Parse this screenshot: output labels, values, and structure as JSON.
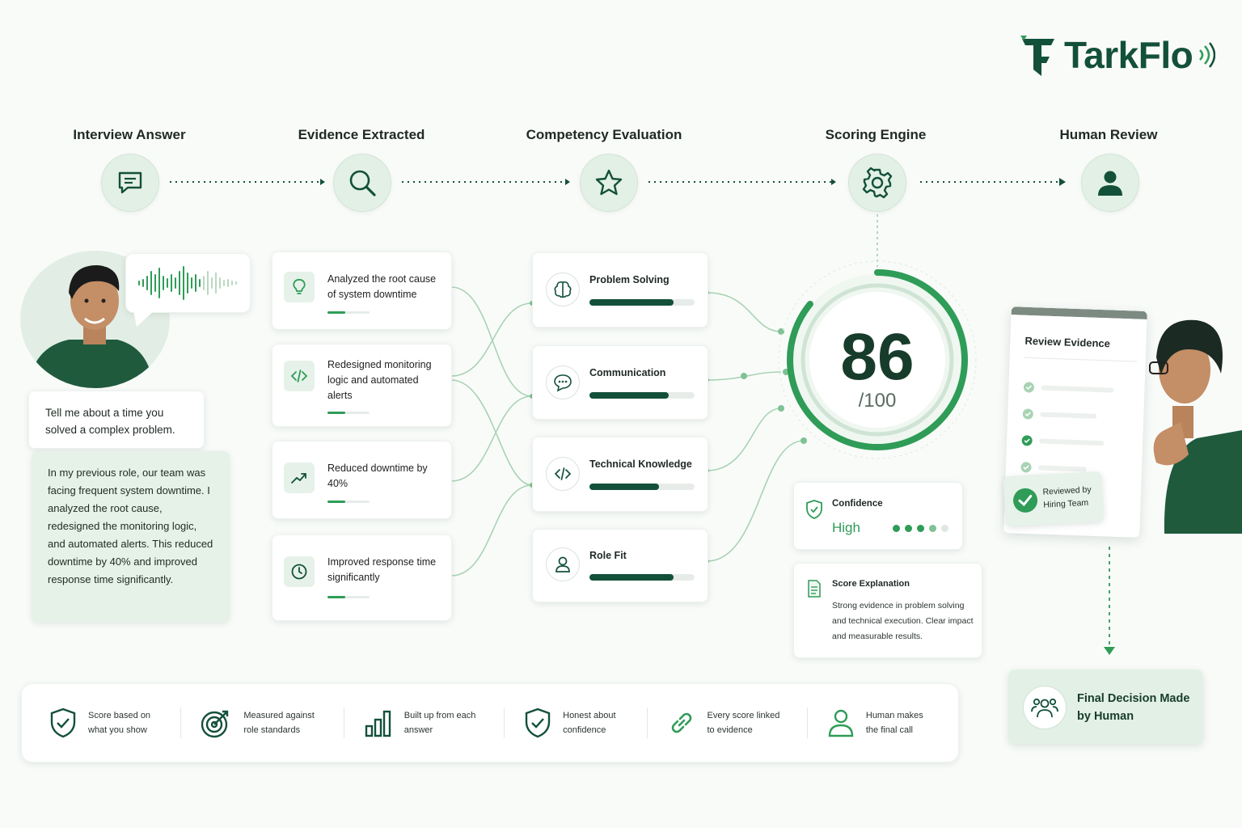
{
  "brand": {
    "name": "TarkFlo"
  },
  "pipeline": {
    "steps": [
      {
        "title": "Interview Answer",
        "icon": "chat-icon"
      },
      {
        "title": "Evidence Extracted",
        "icon": "search-icon"
      },
      {
        "title": "Competency Evaluation",
        "icon": "star-icon"
      },
      {
        "title": "Scoring Engine",
        "icon": "gear-icon"
      },
      {
        "title": "Human Review",
        "icon": "person-icon"
      }
    ]
  },
  "interview": {
    "question": "Tell me about a time you solved a complex problem.",
    "answer": "In my previous role, our team was facing frequent system downtime. I analyzed the root cause, redesigned the monitoring logic, and automated alerts. This reduced downtime by 40% and improved response time significantly."
  },
  "evidence": [
    {
      "text": "Analyzed the root cause of system downtime",
      "icon": "lightbulb-icon"
    },
    {
      "text": "Redesigned monitoring logic and automated alerts",
      "icon": "code-icon"
    },
    {
      "text": "Reduced downtime by 40%",
      "icon": "trend-up-icon"
    },
    {
      "text": "Improved response time significantly",
      "icon": "clock-icon"
    }
  ],
  "competencies": [
    {
      "label": "Problem Solving",
      "icon": "brain-icon",
      "level": 0.8
    },
    {
      "label": "Communication",
      "icon": "speech-bubble-icon",
      "level": 0.75
    },
    {
      "label": "Technical Knowledge",
      "icon": "code-icon",
      "level": 0.66
    },
    {
      "label": "Role Fit",
      "icon": "user-icon",
      "level": 0.8
    }
  ],
  "score": {
    "value": "86",
    "max": "/100",
    "level": 0.86
  },
  "confidence": {
    "label": "Confidence",
    "value": "High",
    "dots_filled": 4,
    "dots_total": 5
  },
  "explanation": {
    "title": "Score Explanation",
    "text": "Strong evidence in problem solving and technical execution. Clear impact and measurable results."
  },
  "review": {
    "title": "Review Evidence",
    "badge": "Reviewed by Hiring Team",
    "check_items": 4
  },
  "final_decision": {
    "text": "Final Decision Made by Human"
  },
  "features": [
    {
      "text": "Score based on what you show",
      "icon": "shield-check-icon"
    },
    {
      "text": "Measured against role standards",
      "icon": "target-icon"
    },
    {
      "text": "Built up from each answer",
      "icon": "bar-chart-icon"
    },
    {
      "text": "Honest about confidence",
      "icon": "shield-check-icon"
    },
    {
      "text": "Every score linked to evidence",
      "icon": "link-icon"
    },
    {
      "text": "Human makes the final call",
      "icon": "user-icon"
    }
  ],
  "colors": {
    "primary": "#13503a",
    "accent": "#2f9c57",
    "light": "#e3f0e6"
  }
}
